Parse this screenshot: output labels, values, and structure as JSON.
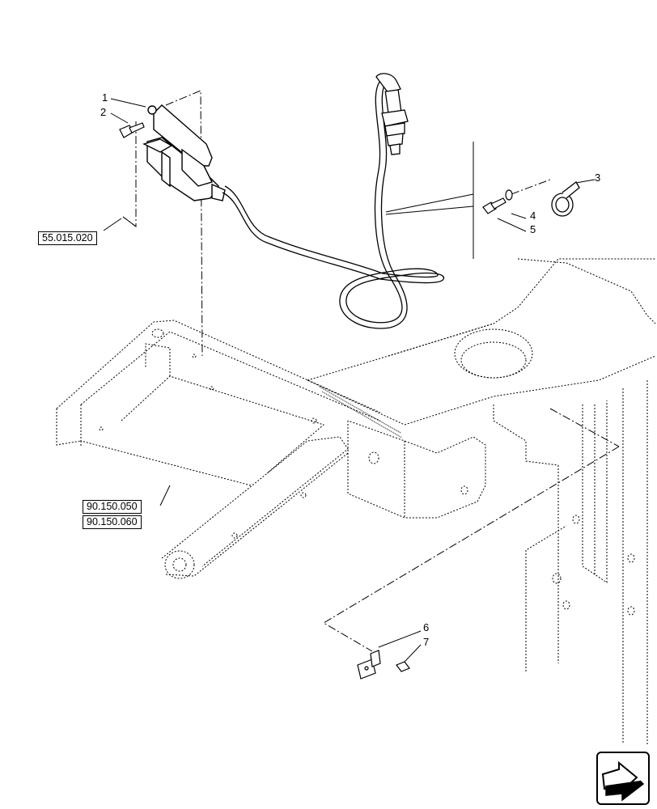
{
  "callouts": {
    "c1": "1",
    "c2": "2",
    "c3": "3",
    "c4": "4",
    "c5": "5",
    "c6": "6",
    "c7": "7"
  },
  "references": {
    "r1": "55.015.020",
    "r2": "90.150.050",
    "r3": "90.150.060"
  },
  "icons": {
    "nav": "next-page-arrow-icon"
  }
}
